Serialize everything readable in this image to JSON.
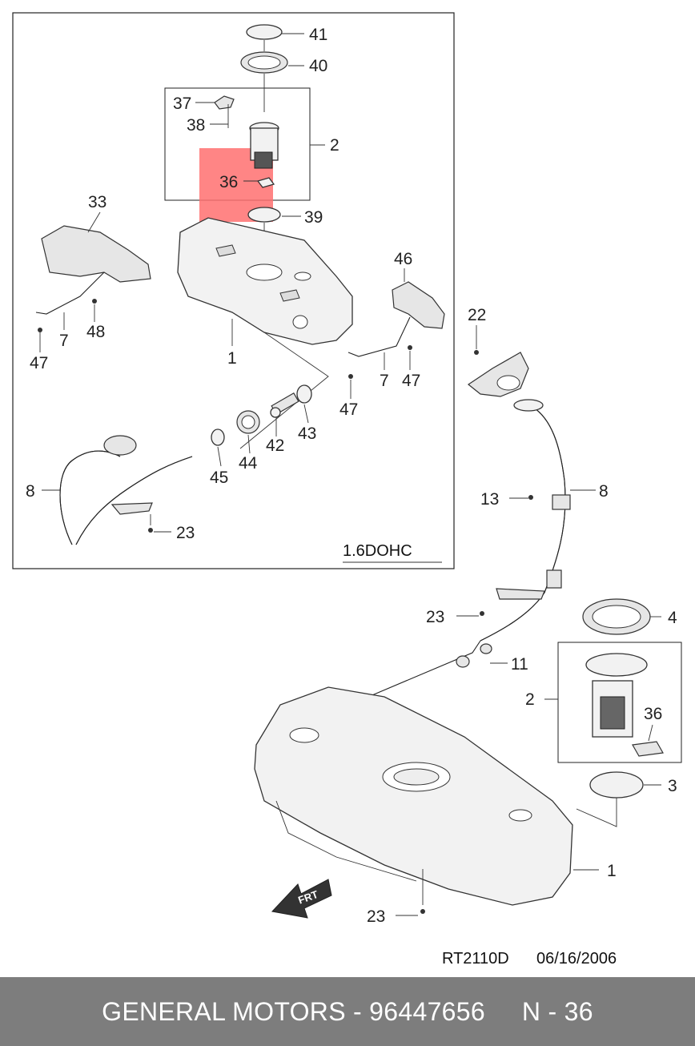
{
  "diagram": {
    "inset_variant": "1.6DOHC",
    "drawing_code": "RT2110D",
    "drawing_date": "06/16/2006",
    "front_marker": "FRT",
    "highlight_color": "#ff7070",
    "labels": {
      "p41": "41",
      "p40": "40",
      "p37": "37",
      "p38": "38",
      "p2a": "2",
      "p36a": "36",
      "p39": "39",
      "p33": "33",
      "p47a": "47",
      "p7a": "7",
      "p48": "48",
      "p1a": "1",
      "p46": "46",
      "p47b": "47",
      "p7b": "7",
      "p47c": "47",
      "p43": "43",
      "p42": "42",
      "p44": "44",
      "p45": "45",
      "p8a": "8",
      "p23a": "23",
      "p22": "22",
      "p13": "13",
      "p8b": "8",
      "p23b": "23",
      "p4": "4",
      "p11": "11",
      "p2b": "2",
      "p36b": "36",
      "p3": "3",
      "p1b": "1",
      "p23c": "23"
    }
  },
  "footer": {
    "text": "GENERAL MOTORS - 96447656     N - 36"
  }
}
